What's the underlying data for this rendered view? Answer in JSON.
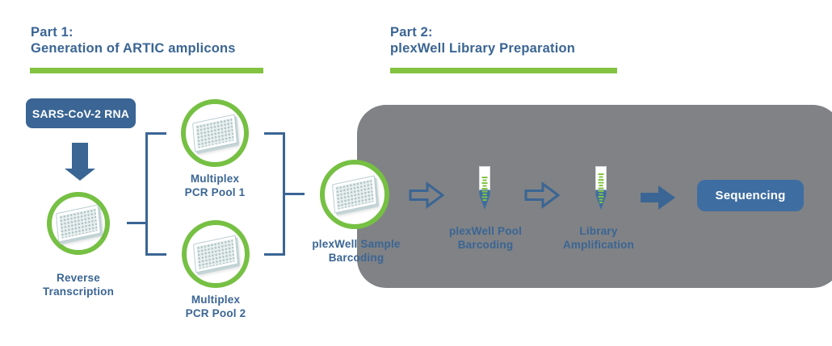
{
  "part1": {
    "heading_line1": "Part 1:",
    "heading_line2": "Generation of ARTIC amplicons"
  },
  "part2": {
    "heading_line1": "Part 2:",
    "heading_line2": "plexWell Library Preparation"
  },
  "nodes": {
    "input": {
      "label": "SARS-CoV-2 RNA"
    },
    "reverse_transcription": {
      "line1": "Reverse",
      "line2": "Transcription"
    },
    "pcr_pool1": {
      "line1": "Multiplex",
      "line2": "PCR Pool 1"
    },
    "pcr_pool2": {
      "line1": "Multiplex",
      "line2": "PCR Pool 2"
    },
    "sample_barcoding": {
      "line1": "plexWell Sample",
      "line2": "Barcoding"
    },
    "pool_barcoding": {
      "line1": "plexWell Pool",
      "line2": "Barcoding"
    },
    "library_amplification": {
      "line1": "Library",
      "line2": "Amplification"
    },
    "sequencing": {
      "label": "Sequencing"
    }
  },
  "icons": {
    "plate": "96-well-microplate-icon",
    "tube": "sample-tube-icon",
    "arrow_down": "arrow-down-icon",
    "arrow_right_outline": "arrow-right-outline-icon",
    "arrow_right_solid": "arrow-right-solid-icon"
  },
  "colors": {
    "brand_blue": "#3a6594",
    "accent_blue": "#3e6da1",
    "brand_green": "#82c341",
    "ring_green": "#76c043",
    "panel_gray": "#808285"
  }
}
